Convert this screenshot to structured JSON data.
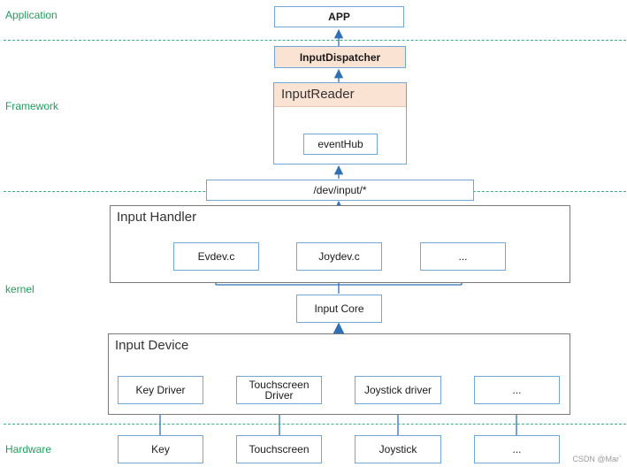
{
  "layers": {
    "application": "Application",
    "framework": "Framework",
    "kernel": "kernel",
    "hardware": "Hardware"
  },
  "nodes": {
    "app": "APP",
    "input_dispatcher": "InputDispatcher",
    "input_reader": "InputReader",
    "event_hub": "eventHub",
    "dev_input": "/dev/input/*",
    "input_handler": "Input Handler",
    "evdev": "Evdev.c",
    "joydev": "Joydev.c",
    "handler_more": "...",
    "input_core": "Input Core",
    "input_device": "Input Device",
    "key_driver": "Key Driver",
    "touchscreen_driver": "Touchscreen\nDriver",
    "joystick_driver": "Joystick driver",
    "device_more": "...",
    "key": "Key",
    "touchscreen": "Touchscreen",
    "joystick": "Joystick",
    "hardware_more": "..."
  },
  "watermark": "CSDN @Mar`",
  "colors": {
    "layer_label": "#1f9e5b",
    "separator": "#3aa98a",
    "box_border": "#6fa8d8",
    "arrow": "#2f6fb5",
    "highlight_fill": "#fbe3d4"
  }
}
